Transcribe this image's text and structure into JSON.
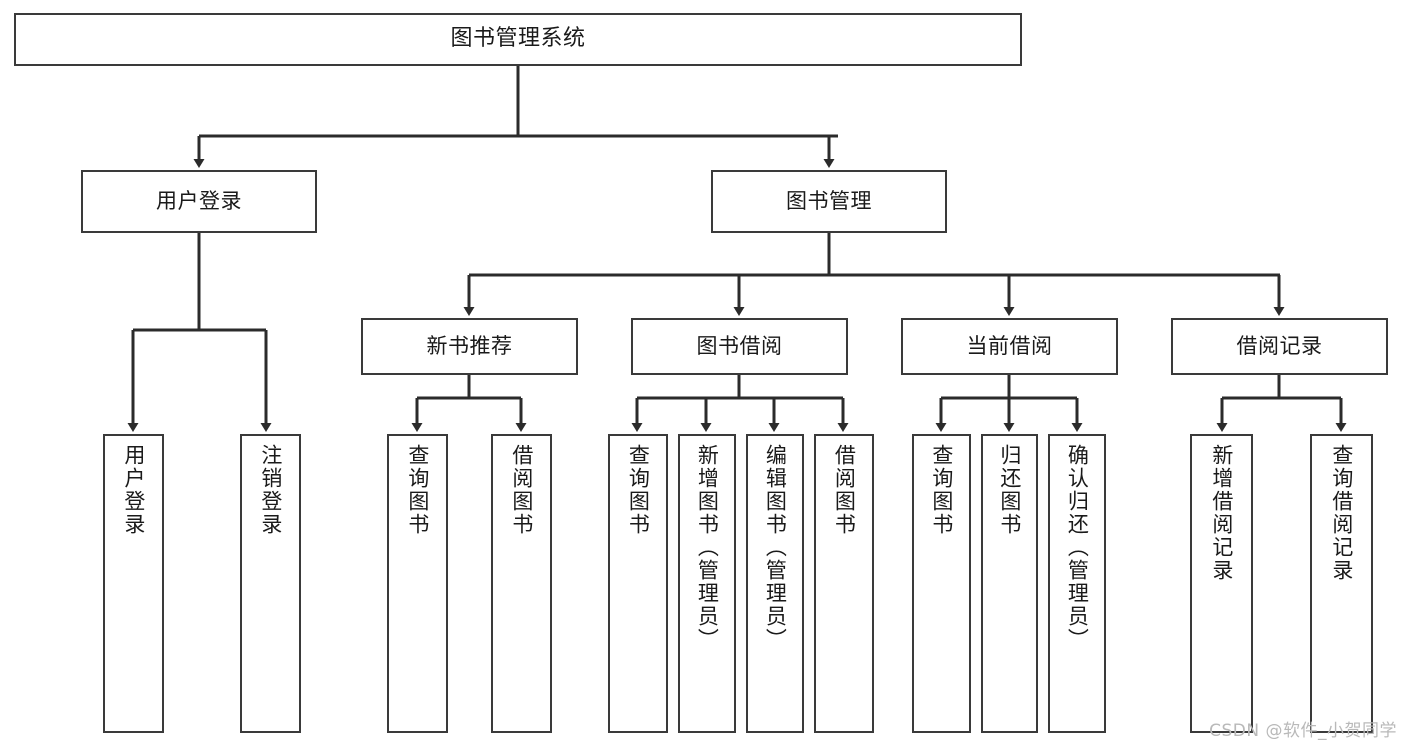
{
  "diagram": {
    "title": "图书管理系统",
    "type": "hierarchy-tree",
    "watermark": "CSDN @软件_小贺同学",
    "colors": {
      "box_border": "#3a3a3a",
      "box_fill": "#ffffff",
      "edge": "#2b2b2b",
      "text": "#1a1a1a",
      "watermark": "#b9b9b9",
      "background": "#ffffff"
    },
    "root": {
      "label": "图书管理系统"
    },
    "level2": [
      {
        "label": "用户登录"
      },
      {
        "label": "图书管理"
      }
    ],
    "level3": [
      {
        "label": "新书推荐"
      },
      {
        "label": "图书借阅"
      },
      {
        "label": "当前借阅"
      },
      {
        "label": "借阅记录"
      }
    ],
    "leaves": [
      {
        "label": "用户登录",
        "parent": "用户登录"
      },
      {
        "label": "注销登录",
        "parent": "用户登录"
      },
      {
        "label": "查询图书",
        "parent": "新书推荐"
      },
      {
        "label": "借阅图书",
        "parent": "新书推荐"
      },
      {
        "label": "查询图书",
        "parent": "图书借阅"
      },
      {
        "label": "新增图书（管理员）",
        "parent": "图书借阅"
      },
      {
        "label": "编辑图书（管理员）",
        "parent": "图书借阅"
      },
      {
        "label": "借阅图书",
        "parent": "图书借阅"
      },
      {
        "label": "查询图书",
        "parent": "当前借阅"
      },
      {
        "label": "归还图书",
        "parent": "当前借阅"
      },
      {
        "label": "确认归还（管理员）",
        "parent": "当前借阅"
      },
      {
        "label": "新增借阅记录",
        "parent": "借阅记录"
      },
      {
        "label": "查询借阅记录",
        "parent": "借阅记录"
      }
    ]
  }
}
